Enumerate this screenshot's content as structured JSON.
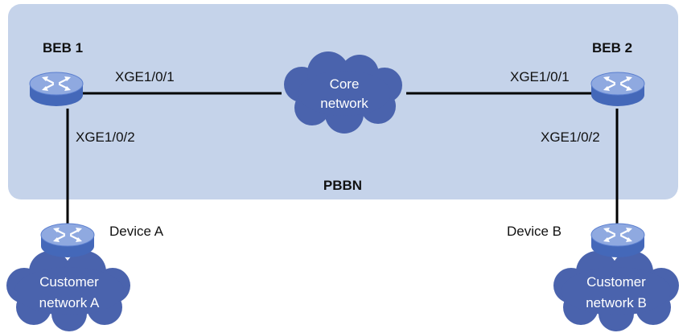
{
  "region": {
    "label": "PBBN",
    "fill": "#c5d3ea"
  },
  "colors": {
    "cloud": "#4a63ad",
    "device_body": "#5b7fcf",
    "device_top": "#94b0e8",
    "link": "#000000"
  },
  "devices": {
    "beb1": {
      "name": "BEB 1",
      "port_up": "XGE1/0/1",
      "port_down": "XGE1/0/2",
      "icon": "switch-router-icon"
    },
    "beb2": {
      "name": "BEB 2",
      "port_up": "XGE1/0/1",
      "port_down": "XGE1/0/2",
      "icon": "switch-router-icon"
    },
    "deviceA": {
      "name": "Device A",
      "icon": "switch-router-icon"
    },
    "deviceB": {
      "name": "Device B",
      "icon": "switch-router-icon"
    }
  },
  "clouds": {
    "core": {
      "line1": "Core",
      "line2": "network",
      "icon": "cloud-icon"
    },
    "custA": {
      "line1": "Customer",
      "line2": "network A",
      "icon": "cloud-icon"
    },
    "custB": {
      "line1": "Customer",
      "line2": "network B",
      "icon": "cloud-icon"
    }
  }
}
